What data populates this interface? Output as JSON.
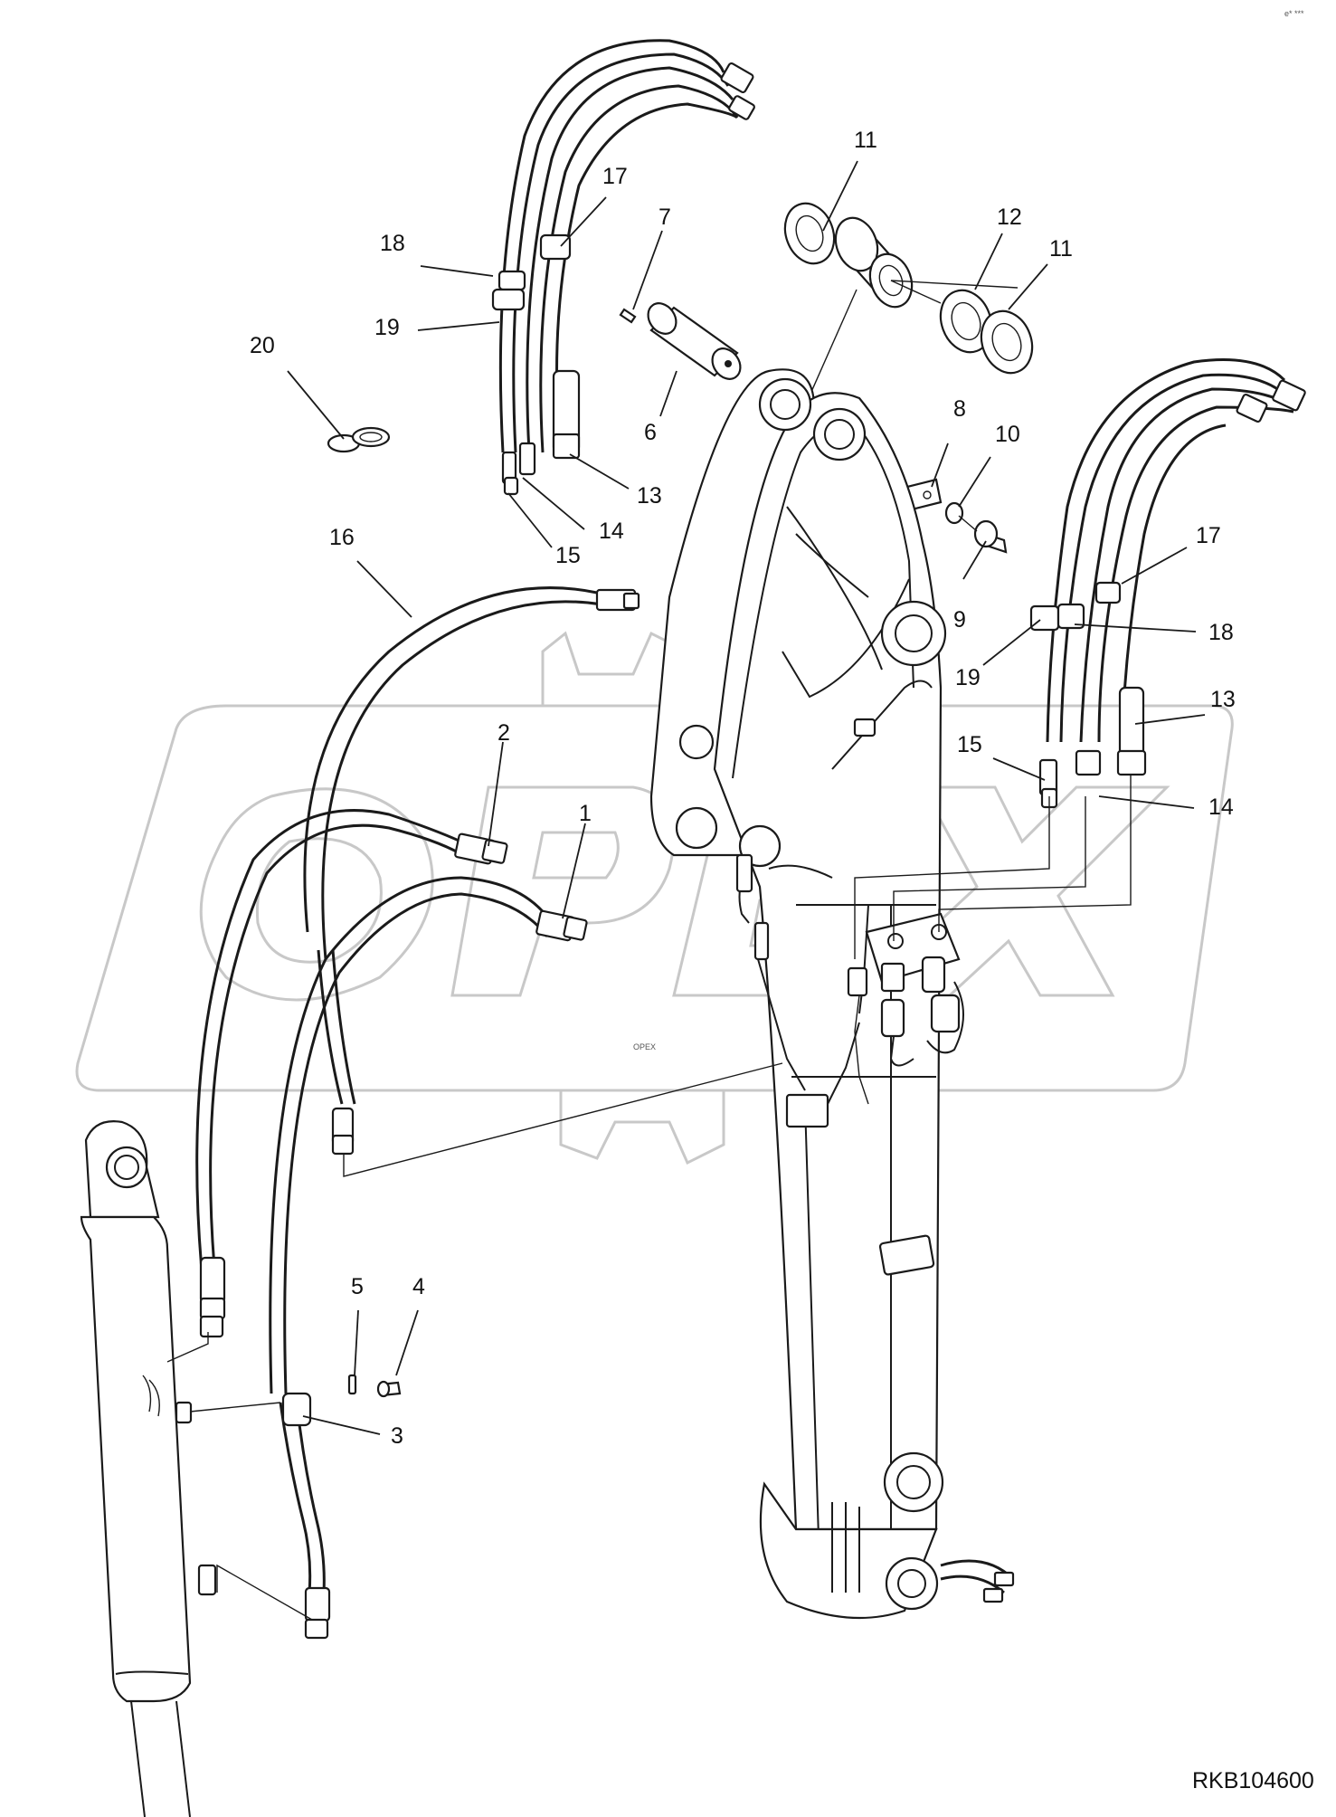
{
  "corner_mark": "e* ***",
  "drawing_ref": "RKB104600",
  "watermark_text": "OPEX",
  "callouts": [
    {
      "id": "c11a",
      "label": "11"
    },
    {
      "id": "c12",
      "label": "12"
    },
    {
      "id": "c11b",
      "label": "11"
    },
    {
      "id": "c17a",
      "label": "17"
    },
    {
      "id": "c18a",
      "label": "18"
    },
    {
      "id": "c19a",
      "label": "19"
    },
    {
      "id": "c7",
      "label": "7"
    },
    {
      "id": "c20",
      "label": "20"
    },
    {
      "id": "c6",
      "label": "6"
    },
    {
      "id": "c13a",
      "label": "13"
    },
    {
      "id": "c14a",
      "label": "14"
    },
    {
      "id": "c15a",
      "label": "15"
    },
    {
      "id": "c8",
      "label": "8"
    },
    {
      "id": "c10",
      "label": "10"
    },
    {
      "id": "c9",
      "label": "9"
    },
    {
      "id": "c16",
      "label": "16"
    },
    {
      "id": "c17b",
      "label": "17"
    },
    {
      "id": "c18b",
      "label": "18"
    },
    {
      "id": "c19b",
      "label": "19"
    },
    {
      "id": "c13b",
      "label": "13"
    },
    {
      "id": "c15b",
      "label": "15"
    },
    {
      "id": "c14b",
      "label": "14"
    },
    {
      "id": "c2",
      "label": "2"
    },
    {
      "id": "c1",
      "label": "1"
    },
    {
      "id": "c5",
      "label": "5"
    },
    {
      "id": "c4",
      "label": "4"
    },
    {
      "id": "c3",
      "label": "3"
    }
  ]
}
